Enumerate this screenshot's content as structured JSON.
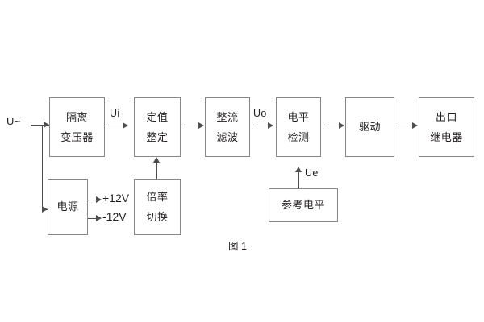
{
  "figure": {
    "caption": "图 1",
    "background_color": "#ffffff",
    "box_border_color": "#878787",
    "line_color": "#4d4d4d",
    "text_color": "#231f20"
  },
  "blocks": [
    {
      "id": "isolation-transformer",
      "lines": [
        "隔离",
        "变压器"
      ]
    },
    {
      "id": "setting-value",
      "lines": [
        "定值",
        "整定"
      ]
    },
    {
      "id": "rectify-filter",
      "lines": [
        "整流",
        "滤波"
      ]
    },
    {
      "id": "level-detection",
      "lines": [
        "电平",
        "检测"
      ]
    },
    {
      "id": "drive",
      "lines": [
        "驱动"
      ]
    },
    {
      "id": "output-relay",
      "lines": [
        "出口",
        "继电器"
      ]
    },
    {
      "id": "power-supply",
      "lines": [
        "电源"
      ]
    },
    {
      "id": "multiple-switch",
      "lines": [
        "倍率",
        "切换"
      ]
    },
    {
      "id": "reference-level",
      "lines": [
        "参考电平"
      ]
    }
  ],
  "signals": {
    "input": "U~",
    "ui": "Ui",
    "uo": "Uo",
    "ue": "Ue",
    "rail_positive": "+12V",
    "rail_negative": "-12V"
  }
}
